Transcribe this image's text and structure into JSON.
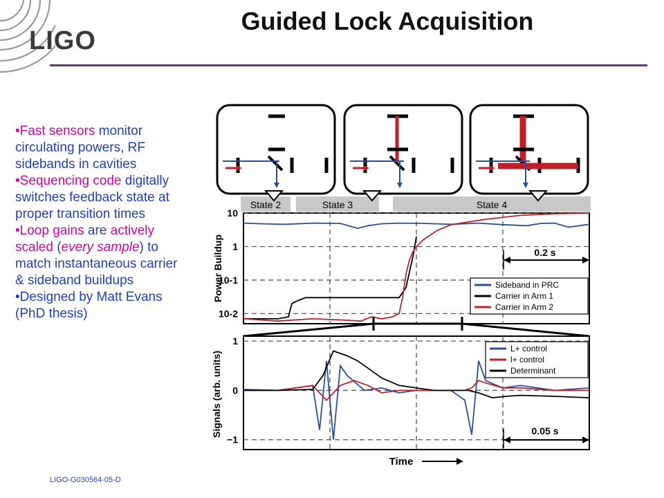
{
  "slide": {
    "logo": "LIGO",
    "title": "Guided Lock Acquisition",
    "footer": "LIGO-G030564-05-D",
    "colors": {
      "accent_rule": "#6a2c91",
      "text_blue": "#1f3fbf",
      "text_pink": "#d4009c"
    }
  },
  "bullets": [
    {
      "parts": [
        {
          "text": "•Fast sensors",
          "color": "pink"
        },
        {
          "text": " monitor circulating powers, RF sidebands in cavities",
          "color": "blue"
        }
      ]
    },
    {
      "parts": [
        {
          "text": "•Sequencing code",
          "color": "pink"
        },
        {
          "text": " digitally switches feedback state at proper transition times",
          "color": "blue"
        }
      ]
    },
    {
      "parts": [
        {
          "text": "•Loop gains",
          "color": "pink"
        },
        {
          "text": " are ",
          "color": "blue"
        },
        {
          "text": "actively scaled",
          "color": "pink"
        },
        {
          "text": " (",
          "color": "blue"
        },
        {
          "text": "every sample",
          "color": "pink",
          "italic": true
        },
        {
          "text": ") to match instantaneous carrier & sideband buildups",
          "color": "blue"
        }
      ]
    },
    {
      "parts": [
        {
          "text": "•Designed by Matt Evans (PhD thesis)",
          "color": "blue"
        }
      ]
    }
  ],
  "figure": {
    "states": [
      "State 2",
      "State 3",
      "State 4"
    ],
    "time_label": "Time"
  },
  "chart_data": [
    {
      "type": "line",
      "panel": "power",
      "ylabel": "Power Buildup",
      "y_scale": "log",
      "ylim": [
        0.005,
        10
      ],
      "yticks": [
        {
          "v": 10,
          "label": "10"
        },
        {
          "v": 1,
          "label": "1"
        },
        {
          "v": 0.1,
          "label": "10-1"
        },
        {
          "v": 0.01,
          "label": "10-2"
        }
      ],
      "x_range": [
        0,
        1
      ],
      "scale_bar": "0.2 s",
      "grid": true,
      "legend_position": "lower-right",
      "series": [
        {
          "name": "Sideband in PRC",
          "color": "#2a4d9c",
          "x": [
            0,
            0.05,
            0.12,
            0.2,
            0.28,
            0.33,
            0.36,
            0.4,
            0.45,
            0.52,
            0.6,
            0.68,
            0.75,
            0.82,
            0.86,
            0.9,
            0.94,
            1.0
          ],
          "y": [
            5.0,
            4.8,
            4.6,
            5.0,
            4.9,
            3.5,
            4.2,
            4.8,
            5.0,
            4.9,
            4.6,
            5.0,
            4.5,
            4.2,
            4.9,
            5.0,
            3.8,
            4.6
          ]
        },
        {
          "name": "Carrier in Arm 1",
          "color": "#000000",
          "x": [
            0,
            0.1,
            0.13,
            0.14,
            0.16,
            0.18,
            0.2,
            0.3,
            0.4,
            0.45,
            0.47,
            0.49,
            0.5
          ],
          "y": [
            0.007,
            0.007,
            0.008,
            0.02,
            0.025,
            0.03,
            0.03,
            0.03,
            0.03,
            0.03,
            0.06,
            0.5,
            2.0
          ]
        },
        {
          "name": "Carrier in Arm 2",
          "color": "#c0202a",
          "x": [
            0,
            0.1,
            0.2,
            0.28,
            0.34,
            0.37,
            0.4,
            0.43,
            0.45,
            0.46,
            0.47,
            0.48,
            0.49,
            0.5,
            0.52,
            0.56,
            0.6,
            0.7,
            0.8,
            0.9,
            1.0
          ],
          "y": [
            0.007,
            0.006,
            0.007,
            0.0065,
            0.006,
            0.008,
            0.007,
            0.008,
            0.01,
            0.03,
            0.15,
            0.4,
            0.7,
            1.0,
            1.6,
            3.0,
            4.5,
            6.5,
            8.5,
            9.5,
            10.0
          ]
        }
      ]
    },
    {
      "type": "line",
      "panel": "signals",
      "ylabel": "Signals (arb. units)",
      "ylim": [
        -1.2,
        1.1
      ],
      "yticks": [
        {
          "v": 1,
          "label": "1"
        },
        {
          "v": 0,
          "label": "0"
        },
        {
          "v": -1,
          "label": "−1"
        }
      ],
      "x_range": [
        0,
        1
      ],
      "scale_bar": "0.05 s",
      "grid": true,
      "legend_position": "upper-right",
      "series": [
        {
          "name": "L+ control",
          "color": "#2a4d9c",
          "x": [
            0,
            0.1,
            0.15,
            0.2,
            0.22,
            0.24,
            0.26,
            0.28,
            0.3,
            0.35,
            0.4,
            0.45,
            0.5,
            0.55,
            0.6,
            0.64,
            0.66,
            0.68,
            0.7,
            0.75,
            0.8,
            0.9,
            1.0
          ],
          "y": [
            0.02,
            0.0,
            0.05,
            0.1,
            -0.8,
            0.6,
            -1.0,
            0.5,
            0.3,
            0.0,
            0.05,
            -0.05,
            0.0,
            0.0,
            0.0,
            -0.2,
            -0.9,
            0.6,
            0.2,
            0.05,
            0.1,
            0.0,
            0.05
          ]
        },
        {
          "name": "l+ control",
          "color": "#c0202a",
          "x": [
            0,
            0.1,
            0.15,
            0.2,
            0.24,
            0.28,
            0.32,
            0.36,
            0.4,
            0.45,
            0.5,
            0.55,
            0.6,
            0.64,
            0.66,
            0.68,
            0.7,
            0.75,
            0.8,
            0.9,
            1.0
          ],
          "y": [
            0.0,
            0.0,
            0.05,
            0.1,
            -0.2,
            0.1,
            0.2,
            0.1,
            -0.05,
            0.0,
            0.0,
            0.0,
            0.0,
            0.0,
            0.05,
            0.2,
            0.15,
            0.05,
            0.05,
            0.0,
            0.0
          ]
        },
        {
          "name": "Determinant",
          "color": "#000000",
          "x": [
            0,
            0.1,
            0.2,
            0.23,
            0.26,
            0.3,
            0.33,
            0.36,
            0.4,
            0.45,
            0.5,
            0.55,
            0.6,
            0.65,
            0.68,
            0.72,
            0.76,
            0.8,
            0.9,
            1.0
          ],
          "y": [
            0.0,
            0.0,
            0.02,
            0.3,
            0.8,
            0.7,
            0.6,
            0.45,
            0.25,
            0.1,
            0.05,
            0.0,
            0.0,
            0.0,
            -0.05,
            -0.15,
            -0.12,
            -0.1,
            -0.12,
            -0.15
          ]
        }
      ]
    }
  ]
}
